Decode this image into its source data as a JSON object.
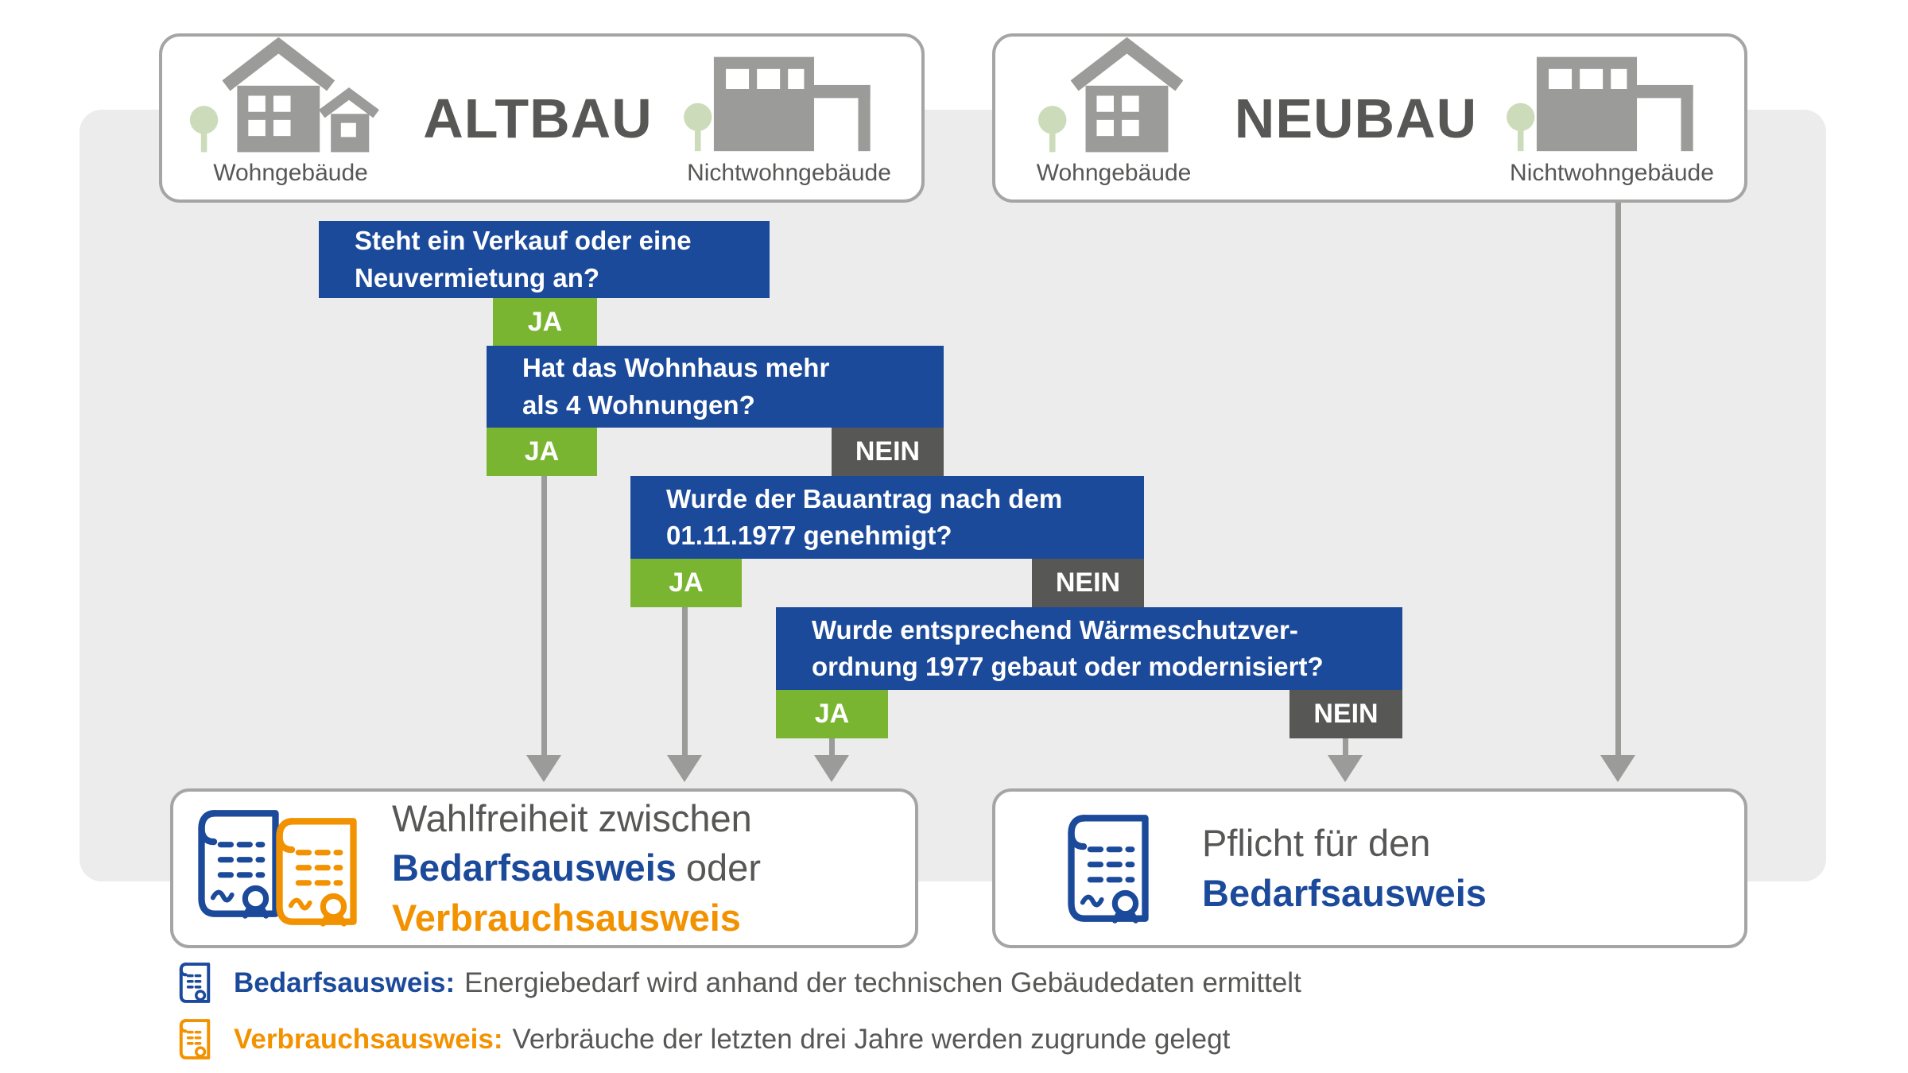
{
  "colors": {
    "blue": "#1c4a9b",
    "green": "#79b530",
    "dark_gray": "#575756",
    "orange": "#f39200",
    "arrow_gray": "#9b9b9a",
    "panel_gray": "#ececec"
  },
  "headers": {
    "altbau": {
      "title": "ALTBAU",
      "left_label": "Wohngebäude",
      "right_label": "Nichtwohngebäude"
    },
    "neubau": {
      "title": "NEUBAU",
      "left_label": "Wohngebäude",
      "right_label": "Nichtwohngebäude"
    }
  },
  "flow": {
    "questions": [
      {
        "text": "Steht ein Verkauf oder eine\nNeuvermietung an?",
        "yes": "JA"
      },
      {
        "text": "Hat das Wohnhaus mehr\nals 4 Wohnungen?",
        "yes": "JA",
        "no": "NEIN"
      },
      {
        "text": "Wurde der Bauantrag nach dem\n01.11.1977 genehmigt?",
        "yes": "JA",
        "no": "NEIN"
      },
      {
        "text": "Wurde entsprechend Wärmeschutzver-\nordnung 1977 gebaut oder modernisiert?",
        "yes": "JA",
        "no": "NEIN"
      }
    ]
  },
  "results": {
    "choice": {
      "line1": "Wahlfreiheit zwischen",
      "option1": "Bedarfsausweis",
      "connector": "oder",
      "option2": "Verbrauchsausweis"
    },
    "mandatory": {
      "line1": "Pflicht für den",
      "line2": "Bedarfsausweis"
    }
  },
  "legend": [
    {
      "term": "Bedarfsausweis:",
      "description": "Energiebedarf wird anhand der technischen Gebäudedaten ermittelt"
    },
    {
      "term": "Verbrauchsausweis:",
      "description": "Verbräuche der letzten drei Jahre werden zugrunde gelegt"
    }
  ]
}
